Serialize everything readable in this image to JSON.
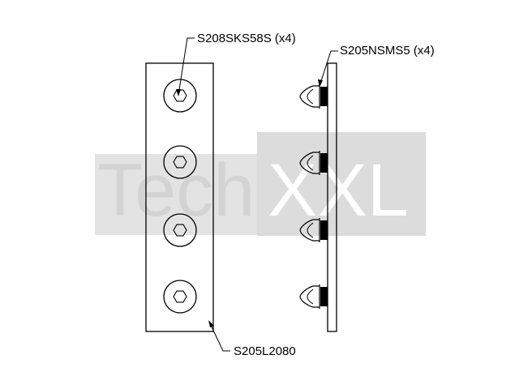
{
  "watermark": {
    "word_left": "Tech",
    "word_right": "XXL",
    "band_color": "#e3e3e3",
    "box_color": "#dcdcdc",
    "text_light_color": "#d3d3d3",
    "text_on_box_color": "#ffffff"
  },
  "callouts": {
    "screw": "S208SKS58S (x4)",
    "nut": "S205NSMS5 (x4)",
    "plate": "S205L2080"
  },
  "colors": {
    "line": "#000000",
    "background": "#ffffff"
  },
  "counts": {
    "holes": 4,
    "side_nuts": 4
  }
}
